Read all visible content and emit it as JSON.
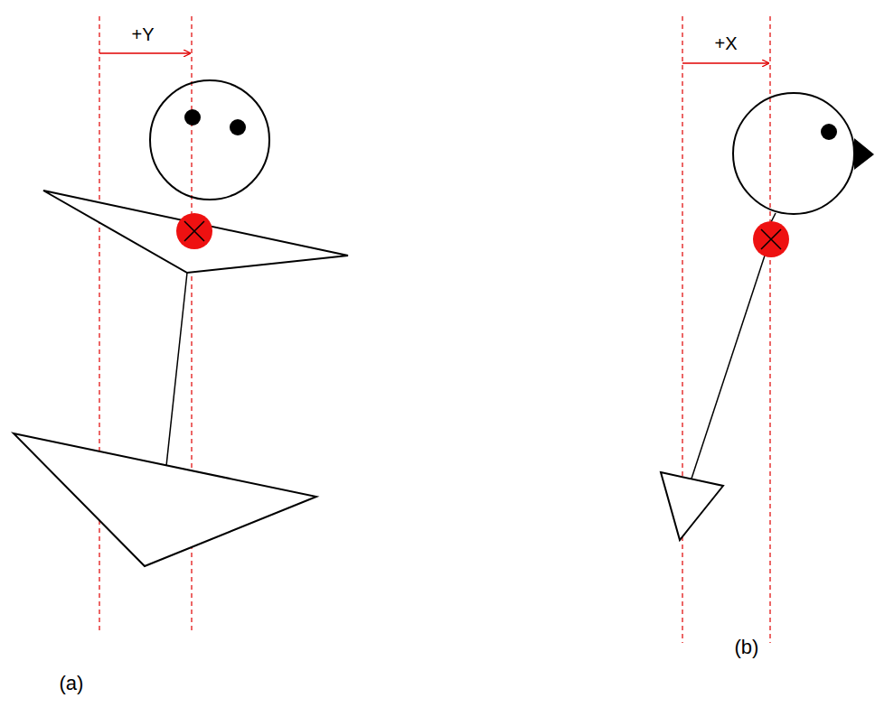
{
  "diagram": {
    "labels": [
      "+Y",
      "+X",
      "(a)",
      "(b)"
    ]
  }
}
